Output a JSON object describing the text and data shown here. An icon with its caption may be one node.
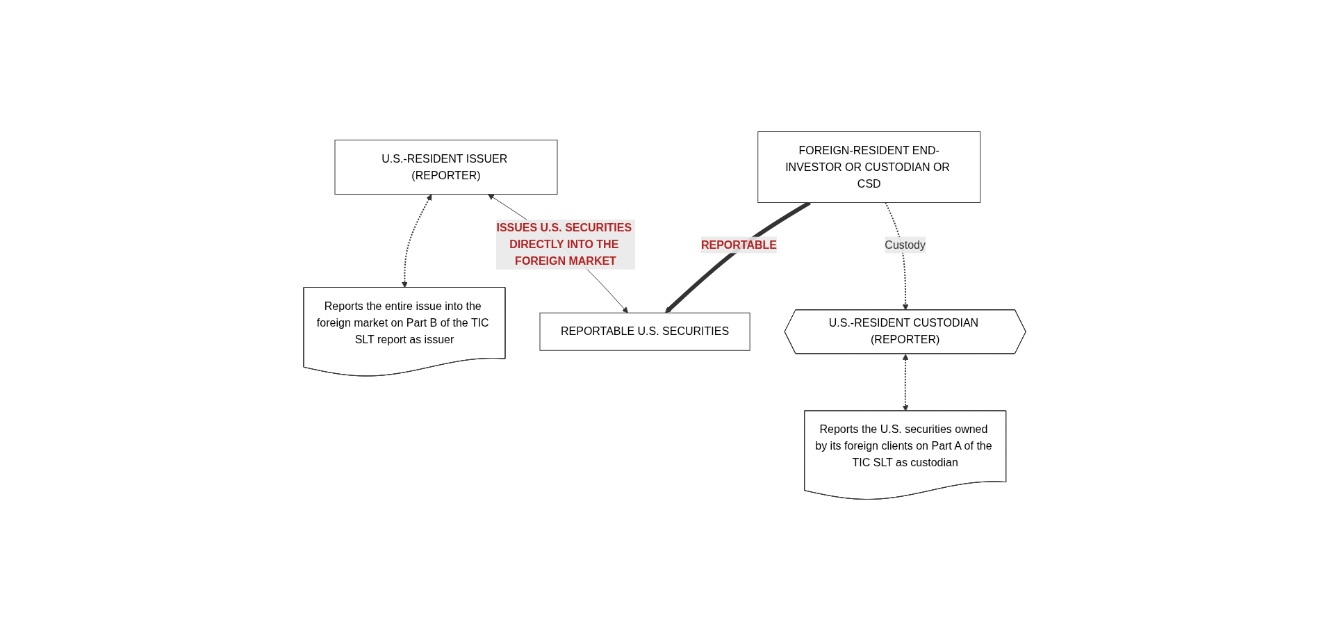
{
  "diagram": {
    "nodes": [
      {
        "text": [
          "U.S.-RESIDENT ISSUER (REPORTER)"
        ]
      },
      {
        "text": [
          "Reports the entire issue into the foreign market on Part B of the TIC SLT report as issuer"
        ]
      },
      {
        "text": [
          "REPORTABLE U.S. SECURITIES"
        ]
      },
      {
        "text": [
          "U.S.-RESIDENT CUSTODIAN (REPORTER)"
        ]
      },
      {
        "text": [
          "FOREIGN-RESIDENT END-INVESTOR OR CUSTODIAN OR CSD"
        ]
      },
      {
        "text": [
          "Reports the U.S. securities owned by its foreign clients on Part A of the TIC SLT as custodian"
        ]
      }
    ],
    "edges": [
      {
        "from": 0,
        "to": 1,
        "arrow": "both",
        "style": "dashed"
      },
      {
        "from": 0,
        "to": 2,
        "arrow": "both",
        "label": "ISSUES U.S. SECURITIES DIRECTLY INTO THE FOREIGN MARKET"
      },
      {
        "from": 4,
        "to": 2,
        "arrow": "to",
        "label": "REPORTABLE",
        "style": "thick"
      },
      {
        "from": 4,
        "to": 3,
        "arrow": "to",
        "label": "Custody",
        "style": "dashed"
      },
      {
        "from": 3,
        "to": 5,
        "arrow": "both",
        "style": "dashed"
      }
    ]
  }
}
